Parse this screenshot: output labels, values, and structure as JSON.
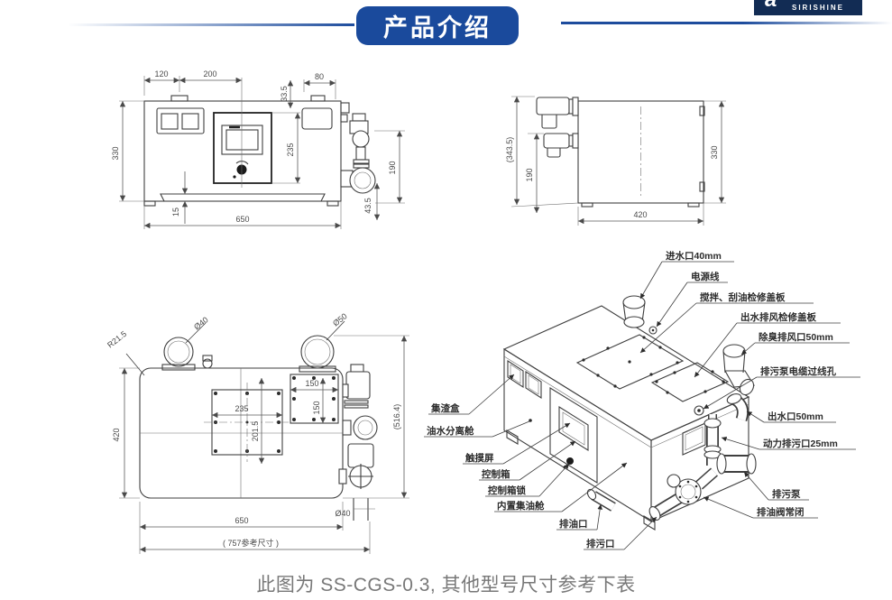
{
  "header": {
    "title": "产品介绍",
    "logo_mark": "a",
    "logo_text": "SIRISHINE"
  },
  "caption": "此图为 SS-CGS-0.3, 其他型号尺寸参考下表",
  "front_view": {
    "d_120": "120",
    "d_200": "200",
    "d_33_5": "33.5",
    "d_80": "80",
    "d_330": "330",
    "d_235": "235",
    "d_190": "190",
    "d_43_5": "43.5",
    "d_15": "15",
    "d_650": "650"
  },
  "side_view": {
    "d_343_5": "(343.5)",
    "d_190": "190",
    "d_330": "330",
    "d_420": "420"
  },
  "top_view": {
    "d_r21_5": "R21.5",
    "d_phi40": "Ø40",
    "d_phi50": "Ø50",
    "d_420": "420",
    "d_235": "235",
    "d_201_5": "201.5",
    "d_150w": "150",
    "d_150h": "150",
    "d_516_4": "(516.4)",
    "d_650": "650",
    "d_757": "( 757参考尺寸 )",
    "d_phi40b": "Ø40"
  },
  "iso_view": {
    "labels": {
      "inlet": "进水口40mm",
      "power_cable": "电源线",
      "stir_cover": "搅拌、刮油检修盖板",
      "outlet_cover": "出水排风检修盖板",
      "deodor_vent": "除臭排风口50mm",
      "pump_cable_hole": "排污泵电缆过线孔",
      "outlet": "出水口50mm",
      "power_drain": "动力排污口25mm",
      "sewage_pump": "排污泵",
      "oil_valve": "排油阀常闭",
      "slag_box": "集渣盒",
      "separation_chamber": "油水分离舱",
      "touch_screen": "触摸屏",
      "control_box": "控制箱",
      "control_box_lock": "控制箱锁",
      "oil_chamber": "内置集油舱",
      "oil_drain": "排油口",
      "sewage_drain": "排污口"
    }
  }
}
